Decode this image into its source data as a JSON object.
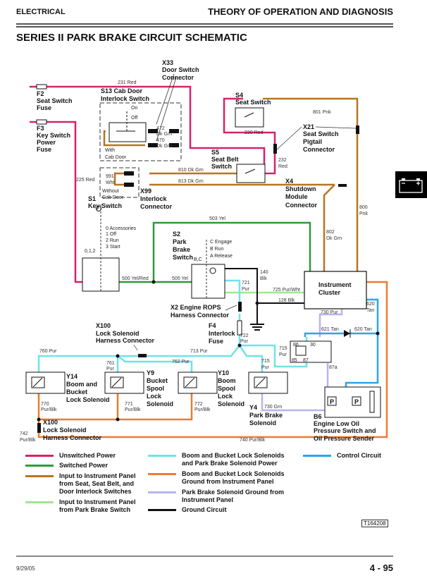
{
  "header": {
    "section": "ELECTRICAL",
    "chapter": "THEORY OF OPERATION AND DIAGNOSIS"
  },
  "page_title": "SERIES II PARK BRAKE CIRCUIT SCHEMATIC",
  "tab_icon": "battery-icon",
  "colors": {
    "unswitched_power": "#d6226a",
    "switched_power": "#2f9a3a",
    "seat_input": "#b8741f",
    "park_brake_input": "#9ee88e",
    "solenoid_power": "#6fe3e8",
    "solenoid_ground": "#ef7a2f",
    "park_brake_ground": "#b7b4ec",
    "ground": "#111111",
    "control": "#2aa6e6"
  },
  "components": {
    "f2": "F2",
    "f2_name1": "Seat Switch",
    "f2_name2": "Fuse",
    "f3": "F3",
    "f3_name1": "Key Switch",
    "f3_name2": "Power",
    "f3_name3": "Fuse",
    "x33": "X33",
    "x33_name1": "Door Switch",
    "x33_name2": "Connector",
    "s13_name1": "S13 Cab Door",
    "s13_name2": "Interlock Switch",
    "s13_on": "On",
    "s13_off": "Off",
    "s13_with1": "With",
    "s13_with2": "Cab Door",
    "without1": "Without",
    "without2": "Cab Door",
    "s4": "S4",
    "s4_name": "Seat Switch",
    "x21": "X21",
    "x21_name1": "Seat Switch",
    "x21_name2": "Pigtail",
    "x21_name3": "Connector",
    "s5": "S5",
    "s5_name1": "Seat Belt",
    "s5_name2": "Switch",
    "x4": "X4",
    "x4_name1": "Shutdown",
    "x4_name2": "Module",
    "x4_name3": "Connector",
    "x99": "X99",
    "x99_name1": "Interlock",
    "x99_name2": "Connector",
    "s1": "S1",
    "s1_name": "Key Switch",
    "s1_pos0": "0 Accessories",
    "s1_pos1": "1 Off",
    "s1_pos2": "2 Run",
    "s1_pos3": "3 Start",
    "s1_pos_012": "0,1,2",
    "s2": "S2",
    "s2_name1": "Park",
    "s2_name2": "Brake",
    "s2_name3": "Switch",
    "s2_bc": "B,C",
    "s2_c": "C  Engage",
    "s2_b": "B  Run",
    "s2_a": "A  Release",
    "cluster1": "Instrument",
    "cluster2": "Cluster",
    "x2_name1": "X2 Engine ROPS",
    "x2_name2": "Harness Connector",
    "f4": "F4",
    "f4_name1": "Interlock",
    "f4_name2": "Fuse",
    "x100_top": "X100",
    "x100_top1": "Lock Solenoid",
    "x100_top2": "Harness Connector",
    "y14": "Y14",
    "y14_name1": "Boom and",
    "y14_name2": "Bucket",
    "y14_name3": "Lock Solenoid",
    "y9": "Y9",
    "y9_name1": "Bucket",
    "y9_name2": "Spool",
    "y9_name3": "Lock",
    "y9_name4": "Solenoid",
    "y10": "Y10",
    "y10_name1": "Boom",
    "y10_name2": "Spool",
    "y10_name3": "Lock",
    "y10_name4": "Solenoid",
    "y4": "Y4",
    "y4_name1": "Park Brake",
    "y4_name2": "Solenoid",
    "x100_bot": "X100",
    "x100_bot1": "Lock Solenoid",
    "x100_bot2": "Harness Connector",
    "b6": "B6",
    "b6_name1": "Engine Low Oil",
    "b6_name2": "Pressure Switch and",
    "b6_name3": "Oil Pressure Sender",
    "p": "P"
  },
  "wires": {
    "w231": "231 Red",
    "w230": "230 Red",
    "w232a": "232",
    "w232b": "Red",
    "w801": "801 Pnk",
    "w800a": "800",
    "w800b": "Pnk",
    "w472a": "472",
    "w472b": "Dk Grn",
    "w470a": "470",
    "w470b": "Dk Grn",
    "w225": "225 Red",
    "w991a": "991",
    "w991b": "Wht",
    "w810": "810 Dk Grn",
    "w813": "813 Dk Grn",
    "w802a": "802",
    "w802b": "Dk Grn",
    "w503": "503 Yel",
    "w500": "500 Yel/Red",
    "w505": "505 Yel",
    "w140a": "140",
    "w140b": "Blk",
    "w721a": "721",
    "w721b": "Pur",
    "w725": "725 Pur/Wht",
    "w128": "128 Blk",
    "w730pur": "730 Pur",
    "w620a": "620",
    "w620b": "Tan",
    "w621": "621 Tan",
    "w620tan": "620 Tan",
    "w722a": "722",
    "w722b": "Pur",
    "w715a": "715",
    "w715b": "Pur",
    "w760": "760 Pur",
    "w713": "713 Pur",
    "w761a": "761",
    "w761b": "Pur",
    "w762": "762 Pur",
    "w770a": "770",
    "w770b": "Pur/Blk",
    "w771a": "771",
    "w771b": "Pur/Blk",
    "w772a": "772",
    "w772b": "Pur/Blk",
    "w742a": "742",
    "w742b": "Pur/Blk",
    "w740": "740 Pur/Blk",
    "w730grn": "730 Grn",
    "w87a": "87a",
    "r86": "86",
    "r30": "30",
    "r85": "85",
    "r87": "87"
  },
  "legend": [
    {
      "label": "Unswitched Power",
      "color": "#d6226a"
    },
    {
      "label": "Switched Power",
      "color": "#2f9a3a"
    },
    {
      "label": "Input to Instrument Panel from Seat, Seat Belt, and Door Interlock Switches",
      "color": "#b8741f"
    },
    {
      "label": "Input to Instrument Panel from Park Brake Switch",
      "color": "#9ee88e"
    },
    {
      "label": "Boom and Bucket Lock Solenoids and Park Brake Solenoid Power",
      "color": "#6fe3e8"
    },
    {
      "label": "Boom and Bucket Lock Solenoids Ground from Instrument Panel",
      "color": "#ef7a2f"
    },
    {
      "label": "Park Brake Solenoid Ground from Instrument Panel",
      "color": "#b7b4ec"
    },
    {
      "label": "Ground Circuit",
      "color": "#111111"
    },
    {
      "label": "Control Circuit",
      "color": "#2aa6e6"
    }
  ],
  "figure_id": "T164208",
  "footer": {
    "date": "9/29/05",
    "page": "4 - 95"
  }
}
